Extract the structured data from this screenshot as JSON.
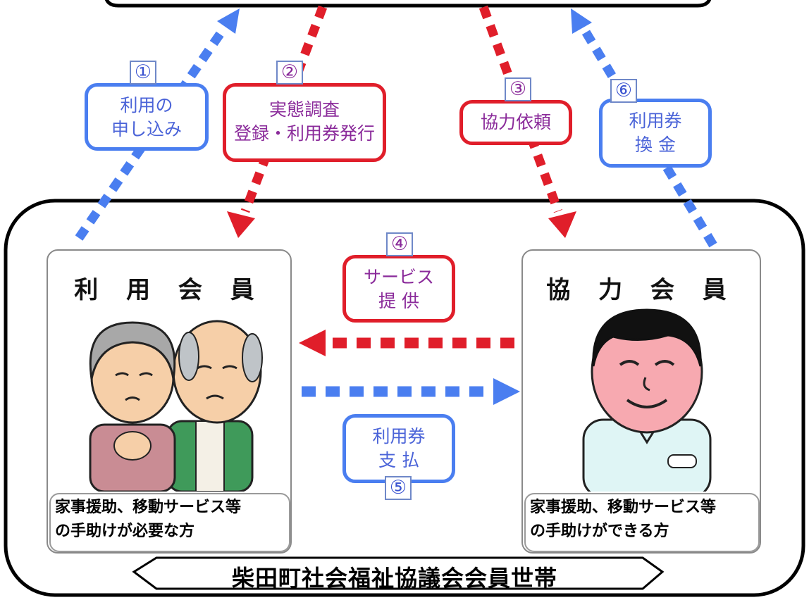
{
  "labels": {
    "apply": {
      "number": "①",
      "lines": [
        "利用の",
        "申し込み"
      ]
    },
    "survey": {
      "number": "②",
      "lines": [
        "実態調査",
        "登録・利用券発行"
      ]
    },
    "request": {
      "number": "③",
      "lines": [
        "協力依頼"
      ]
    },
    "service": {
      "number": "④",
      "lines": [
        "サービス",
        "提 供"
      ]
    },
    "payment": {
      "number": "⑤",
      "lines": [
        "利用券",
        "支 払"
      ]
    },
    "exchange": {
      "number": "⑥",
      "lines": [
        "利用券",
        "換 金"
      ]
    }
  },
  "members": {
    "user": {
      "title": "利 用 会 員",
      "desc": [
        "家事援助、移動サービス等",
        "の手助けが必要な方"
      ]
    },
    "helper": {
      "title": "協 力 会 員",
      "desc": [
        "家事援助、移動サービス等",
        "の手助けができる方"
      ]
    }
  },
  "footer": "柴田町社会福祉協議会会員世帯",
  "colors": {
    "blue": "#4a7ef0",
    "red": "#e01e2a"
  }
}
